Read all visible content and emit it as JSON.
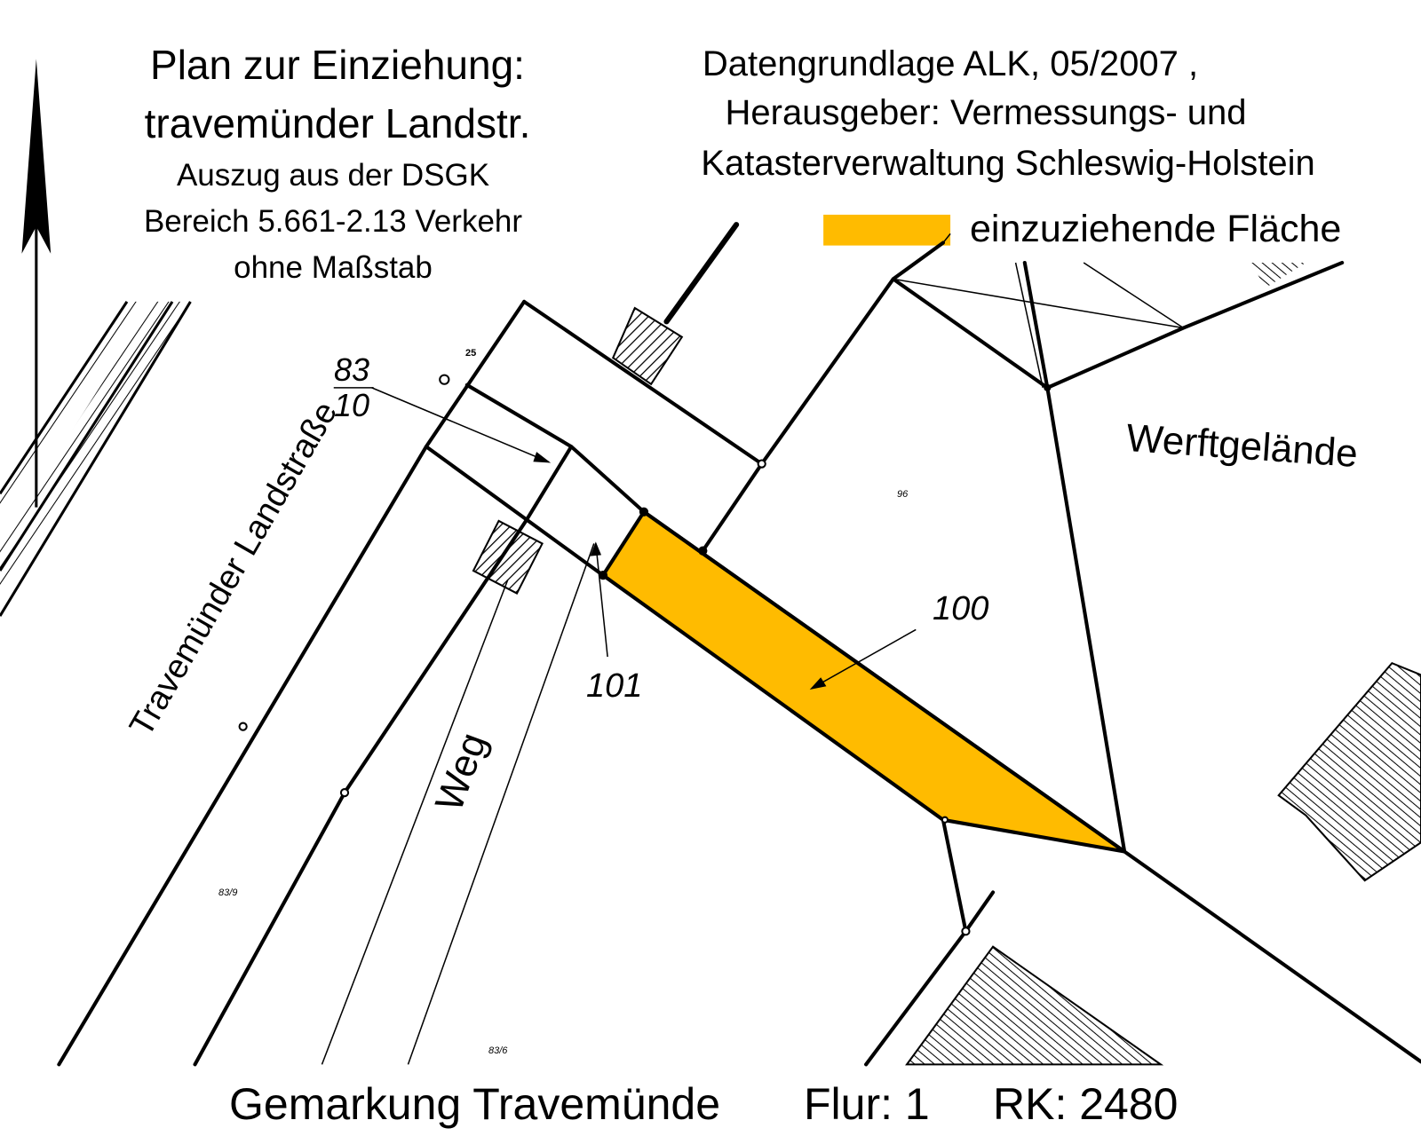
{
  "title": {
    "line1": "Plan zur Einziehung:",
    "line2": "travemünder Landstr.",
    "line3": "Auszug aus der DSGK",
    "line4": "Bereich 5.661-2.13 Verkehr",
    "line5": "ohne Maßstab"
  },
  "source": {
    "line1": "Datengrundlage ALK,  05/2007 ,",
    "line2": "Herausgeber: Vermessungs- und",
    "line3": "Katasterverwaltung Schleswig-Holstein"
  },
  "legend": {
    "label": "einzuziehende Fläche",
    "color": "#FFBB00"
  },
  "map_labels": {
    "street": "Travemünder Landstraße",
    "weg": "Weg",
    "werft": "Werftgelände",
    "parcel_100": "100",
    "parcel_101": "101",
    "parcel_83_10_num": "83",
    "parcel_83_10_den": "10",
    "parcel_83_9": "83/9",
    "parcel_83_6": "83/6",
    "parcel_96": "96",
    "house_25": "25"
  },
  "footer": {
    "gemarkung": "Gemarkung Travemünde",
    "flur": "Flur: 1",
    "rk": "RK: 2480"
  }
}
